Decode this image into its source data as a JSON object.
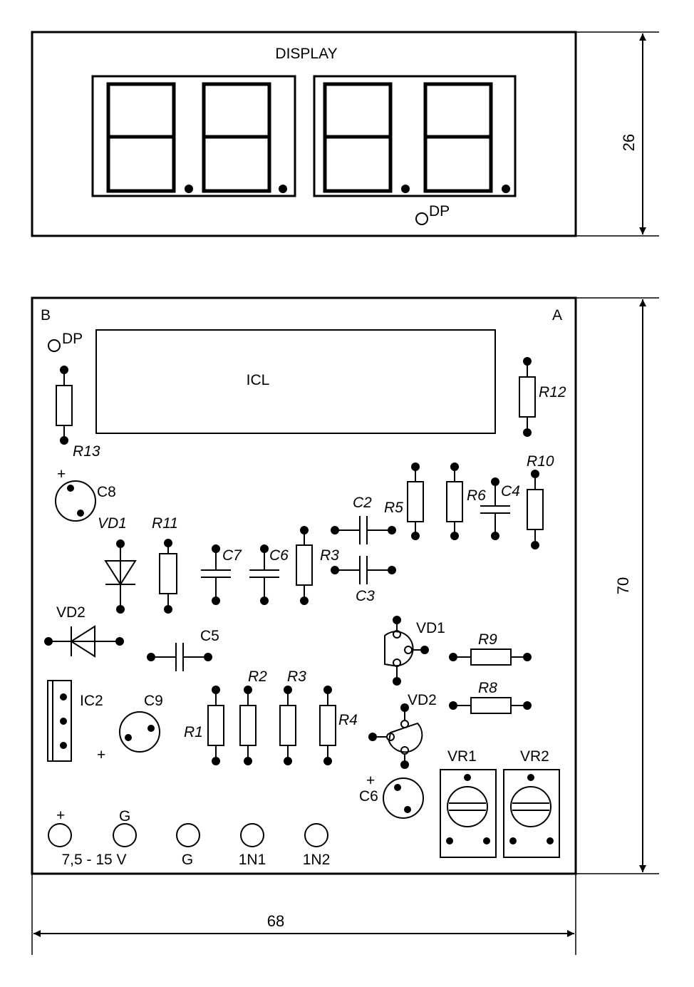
{
  "display": {
    "title": "DISPLAY",
    "dp_label": "DP",
    "height_dim": "26"
  },
  "board": {
    "corner_b": "B",
    "corner_a": "A",
    "dp_label": "DP",
    "icl_label": "ICL",
    "width_dim": "68",
    "height_dim": "70"
  },
  "components": {
    "r13": "R13",
    "r12": "R12",
    "r11": "R11",
    "r10": "R10",
    "r9": "R9",
    "r8": "R8",
    "r6": "R6",
    "r5": "R5",
    "r3_top": "R3",
    "r3_bottom": "R3",
    "r2": "R2",
    "r1": "R1",
    "r4": "R4",
    "c8": "C8",
    "c7": "C7",
    "c6_top": "C6",
    "c6_bottom": "C6",
    "c5": "C5",
    "c4": "C4",
    "c3": "C3",
    "c2": "C2",
    "c9": "C9",
    "vd1_diode": "VD1",
    "vd2_diode": "VD2",
    "vd1_trans": "VD1",
    "vd2_trans": "VD2",
    "ic2": "IC2",
    "vr1": "VR1",
    "vr2": "VR2",
    "plus": "+"
  },
  "terminals": {
    "plus_top": "+",
    "g_top": "G",
    "supply": "7,5 - 15 V",
    "ground": "G",
    "in1": "1N1",
    "in2": "1N2"
  }
}
